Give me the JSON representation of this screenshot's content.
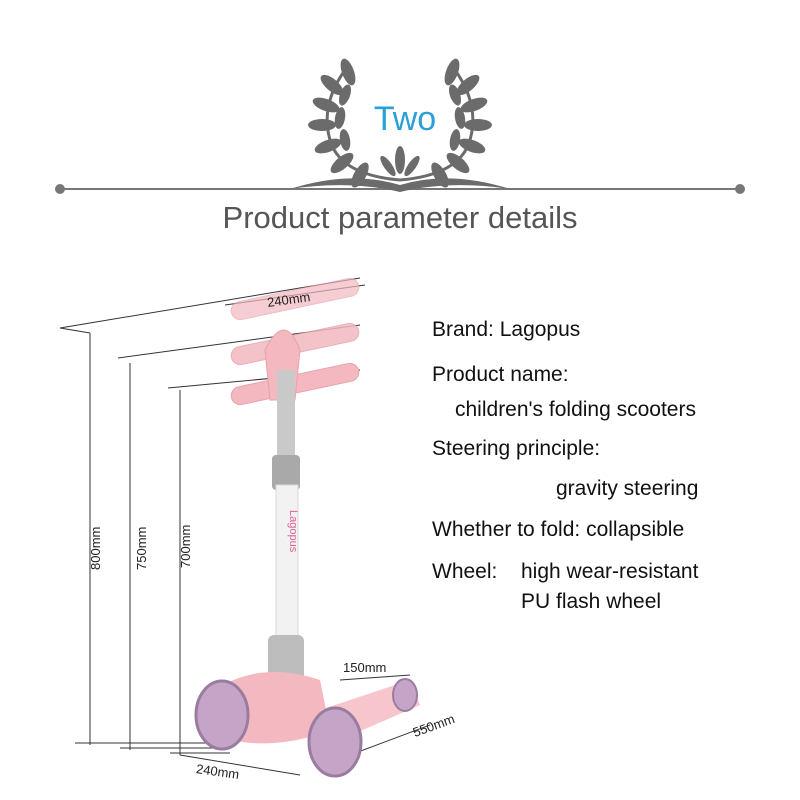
{
  "header": {
    "badge": "Two",
    "title": "Product parameter details"
  },
  "specs": {
    "brand": "Brand: Lagopus",
    "product_name_label": "Product name:",
    "product_name_value": "children's folding scooters",
    "steering_label": "Steering principle:",
    "steering_value": "gravity steering",
    "fold": "Whether to fold: collapsible",
    "wheel_label": "Wheel:",
    "wheel_value_line1": "high wear-resistant",
    "wheel_value_line2": "PU flash wheel"
  },
  "dimensions": {
    "handlebar_width": "240mm",
    "height_max": "800mm",
    "height_mid": "750mm",
    "height_min": "700mm",
    "rear_wheel_width": "150mm",
    "deck_length": "550mm",
    "front_width": "240mm"
  },
  "colors": {
    "badge": "#2a9fd8",
    "title": "#555555",
    "scooter_pink": "#f3b8c0",
    "wreath": "#6b6b6b"
  }
}
